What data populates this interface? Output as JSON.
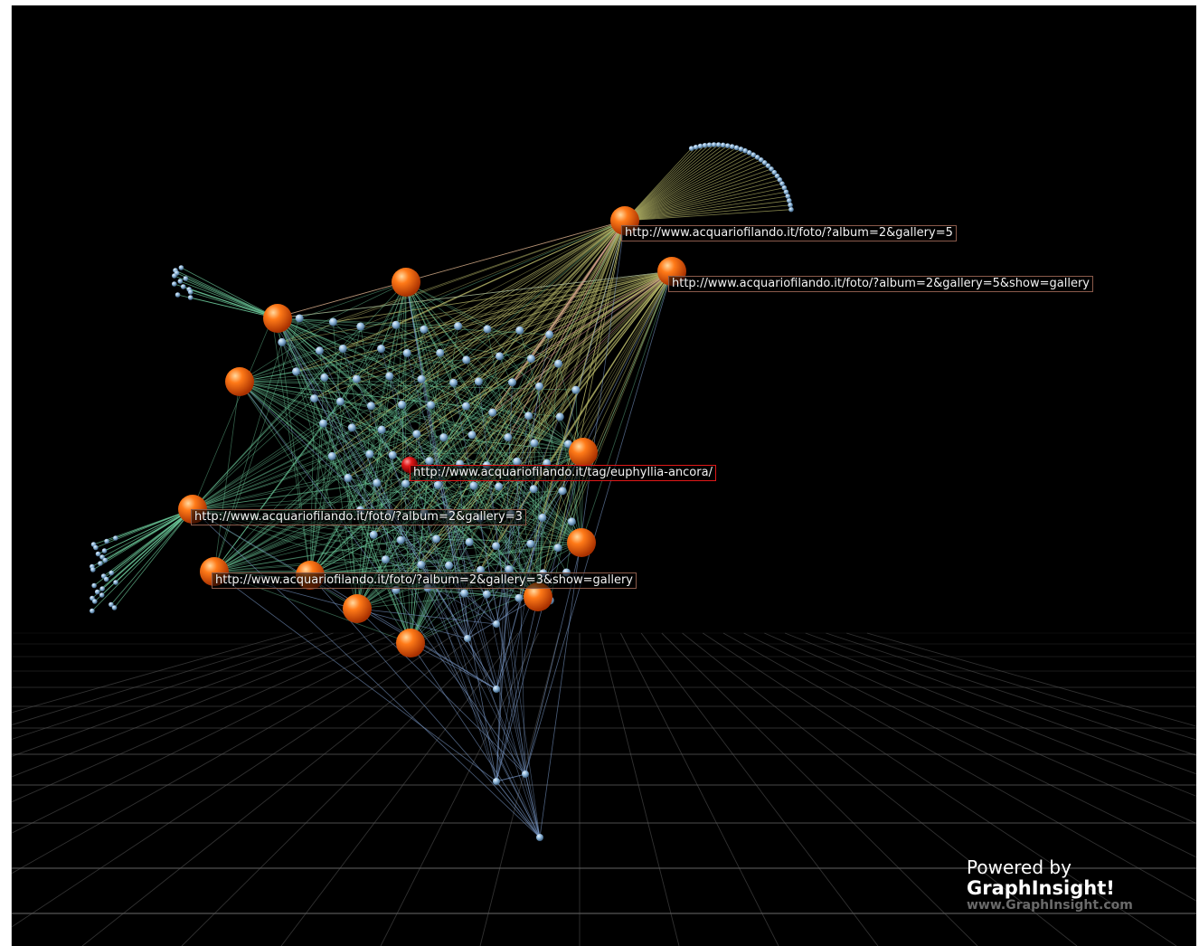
{
  "app": {
    "name": "GraphInsight"
  },
  "colors": {
    "background": "#000000",
    "floor_grid": "#5a5a5a",
    "hub_node": "#ff6a10",
    "selected_node": "#e01818",
    "leaf_node": "#8fb6d8",
    "edge_green": "#6fcf9f",
    "edge_olive": "#b9b96a",
    "edge_blue": "#7f9fd0",
    "edge_pink": "#d08f8f",
    "label_border": "#8a5a4a",
    "label_border_selected": "#e01818"
  },
  "node_labels": {
    "gallery5": "http://www.acquariofilando.it/foto/?album=2&gallery=5",
    "gallery5_show": "http://www.acquariofilando.it/foto/?album=2&gallery=5&show=gallery",
    "tag_euphyllia": "http://www.acquariofilando.it/tag/euphyllia-ancora/",
    "gallery3": "http://www.acquariofilando.it/foto/?album=2&gallery=3",
    "gallery3_show": "http://www.acquariofilando.it/foto/?album=2&gallery=3&show=gallery"
  },
  "branding": {
    "line1": "Powered by",
    "line2": "GraphInsight!",
    "line3": "www.GraphInsight.com"
  }
}
